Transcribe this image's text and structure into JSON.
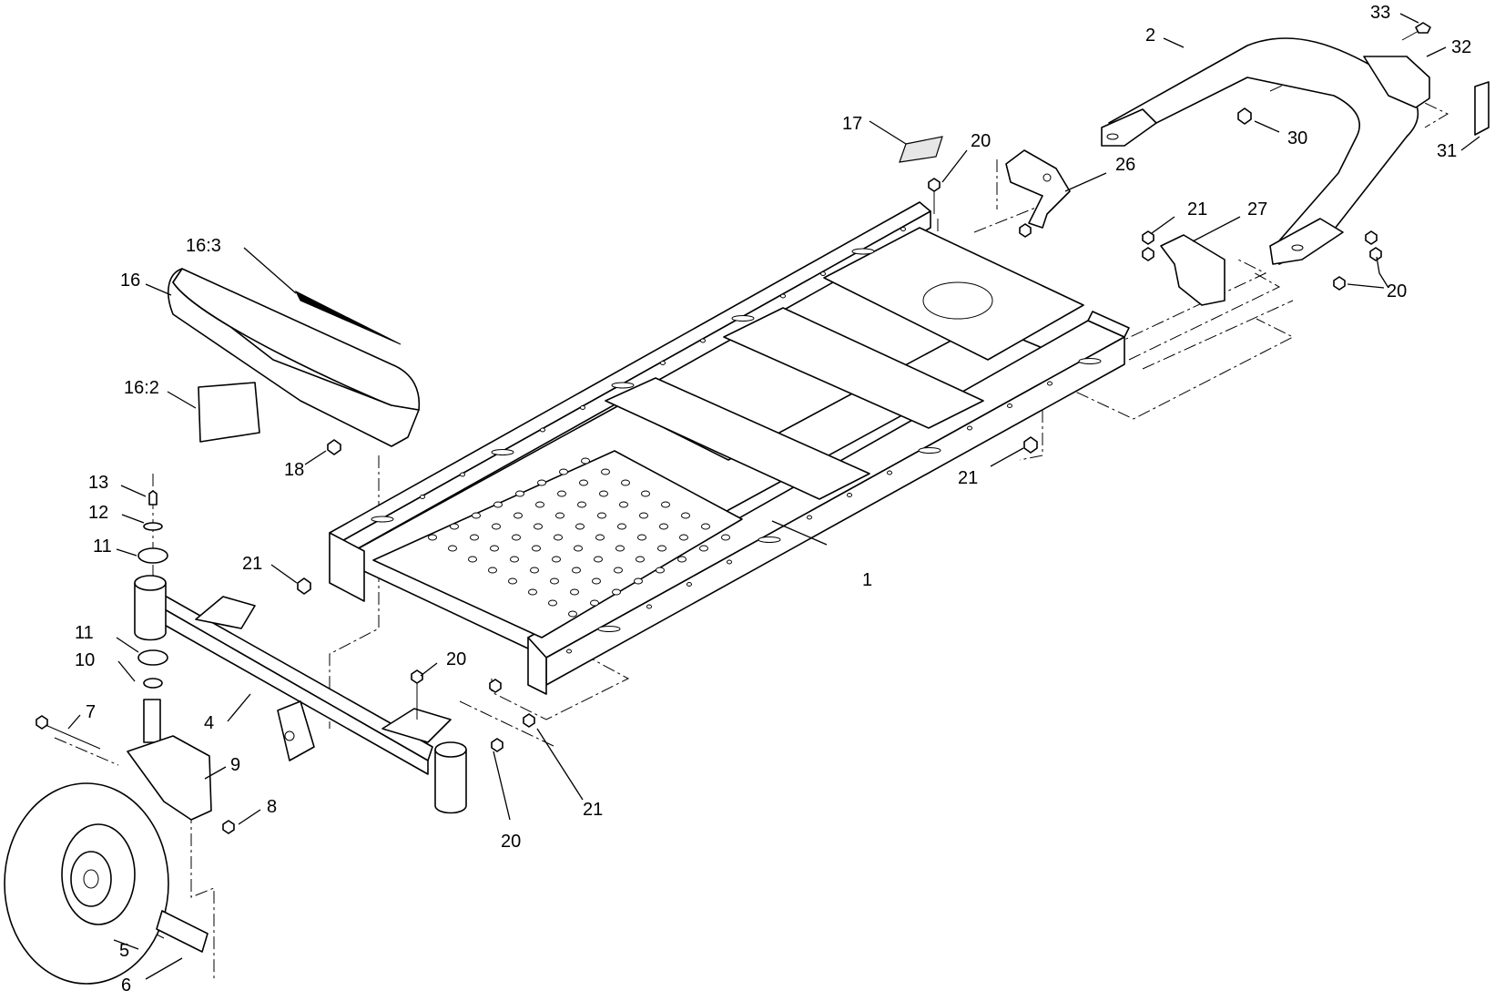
{
  "diagram": {
    "callouts": [
      {
        "id": "c1",
        "label": "1"
      },
      {
        "id": "c2",
        "label": "2"
      },
      {
        "id": "c4",
        "label": "4"
      },
      {
        "id": "c5",
        "label": "5"
      },
      {
        "id": "c6",
        "label": "6"
      },
      {
        "id": "c7",
        "label": "7"
      },
      {
        "id": "c8",
        "label": "8"
      },
      {
        "id": "c9",
        "label": "9"
      },
      {
        "id": "c10",
        "label": "10"
      },
      {
        "id": "c11a",
        "label": "11"
      },
      {
        "id": "c11b",
        "label": "11"
      },
      {
        "id": "c12",
        "label": "12"
      },
      {
        "id": "c13",
        "label": "13"
      },
      {
        "id": "c16",
        "label": "16"
      },
      {
        "id": "c16_2",
        "label": "16:2"
      },
      {
        "id": "c16_3",
        "label": "16:3"
      },
      {
        "id": "c17",
        "label": "17"
      },
      {
        "id": "c18",
        "label": "18"
      },
      {
        "id": "c20a",
        "label": "20"
      },
      {
        "id": "c20b",
        "label": "20"
      },
      {
        "id": "c20c",
        "label": "20"
      },
      {
        "id": "c20d",
        "label": "20"
      },
      {
        "id": "c21a",
        "label": "21"
      },
      {
        "id": "c21b",
        "label": "21"
      },
      {
        "id": "c21c",
        "label": "21"
      },
      {
        "id": "c21d",
        "label": "21"
      },
      {
        "id": "c26",
        "label": "26"
      },
      {
        "id": "c27",
        "label": "27"
      },
      {
        "id": "c30",
        "label": "30"
      },
      {
        "id": "c31",
        "label": "31"
      },
      {
        "id": "c32",
        "label": "32"
      },
      {
        "id": "c33",
        "label": "33"
      }
    ]
  }
}
